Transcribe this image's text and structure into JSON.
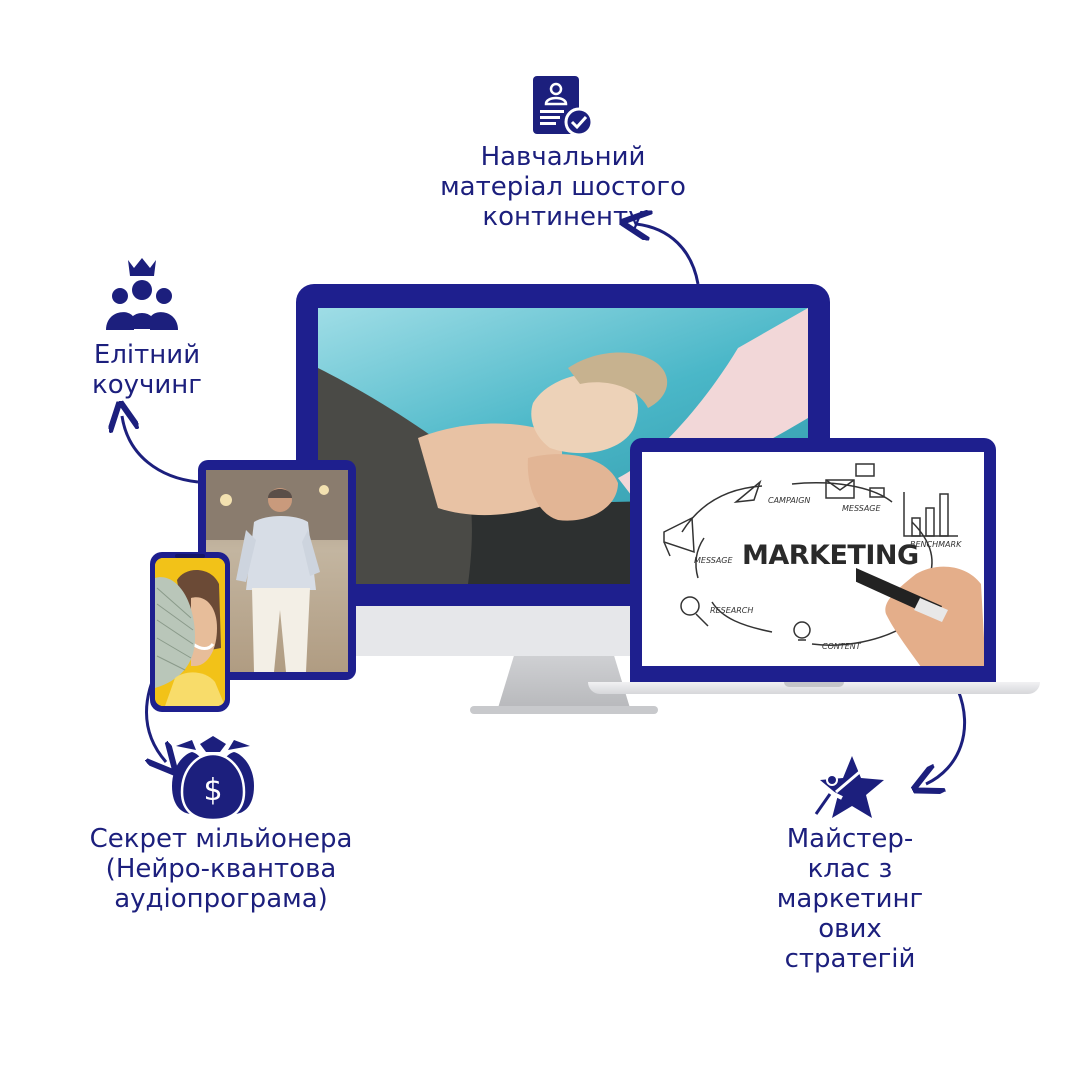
{
  "labels": {
    "material": [
      "Навчальний",
      "матеріал шостого",
      "континенту"
    ],
    "coaching": [
      "Елітний",
      "коучинг"
    ],
    "secret": [
      "Секрет мільйонера",
      "(Нейро-квантова",
      "аудіопрограма)"
    ],
    "masterclass": [
      "Майстер-",
      "клас з",
      "маркетинг",
      "ових",
      "стратегій"
    ]
  },
  "marketing_board": {
    "title": "MARKETING",
    "tags": [
      "CAMPAIGN",
      "MESSAGE",
      "BENCHMARK",
      "MESSAGE",
      "RESEARCH",
      "CONTENT"
    ]
  },
  "icons": {
    "material": "document-check-icon",
    "coaching": "crowned-group-icon",
    "secret": "money-bags-icon",
    "masterclass": "star-person-icon"
  },
  "colors": {
    "brand": "#1c1f7d",
    "device": "#1e1f8e",
    "accent": "#f2c218"
  }
}
